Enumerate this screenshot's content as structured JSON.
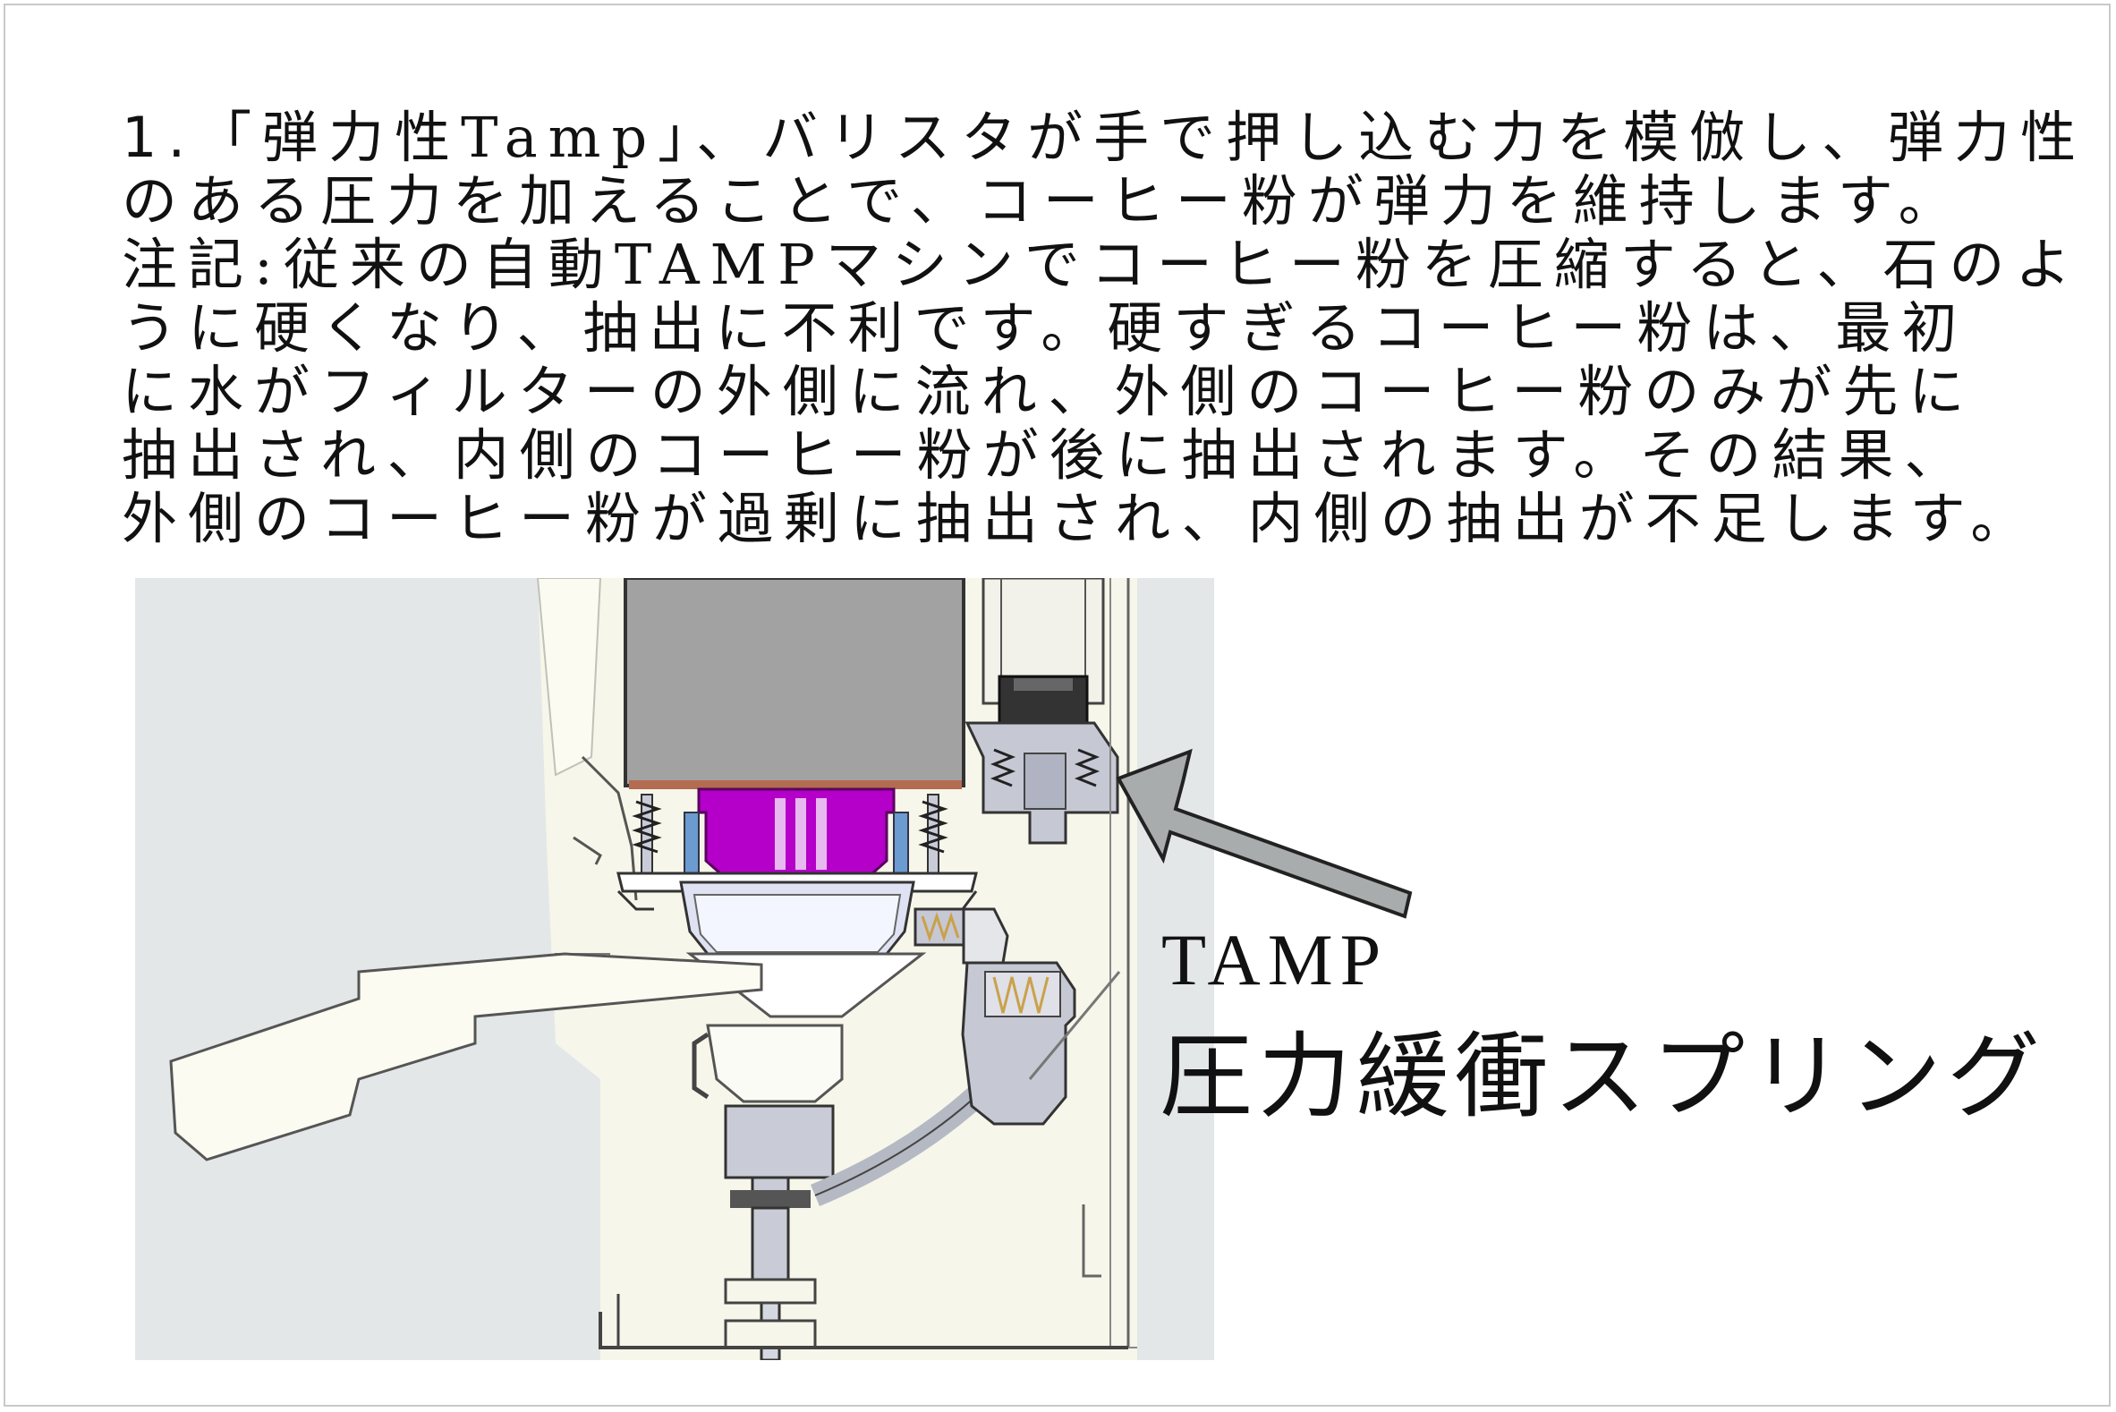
{
  "paragraph": {
    "number": "1.",
    "lines": [
      "「弾力性Tamp」、バリスタが手で押し込む力を模倣し、弾力性",
      "のある圧力を加えることで、コーヒー粉が弾力を維持します。",
      "注記:従来の自動TAMPマシンでコーヒー粉を圧縮すると、石のよ",
      "うに硬くなり、抽出に不利です。硬すぎるコーヒー粉は、最初",
      "に水がフィルターの外側に流れ、外側のコーヒー粉のみが先に",
      "抽出され、内側のコーヒー粉が後に抽出されます。その結果、",
      "外側のコーヒー粉が過剰に抽出され、内側の抽出が不足します。"
    ]
  },
  "callout": {
    "line1": "TAMP",
    "line2": "圧力緩衝スプリング"
  },
  "colors": {
    "tamp_head": "#b400c8",
    "background_panel": "#e4e7e8",
    "arrow_fill": "#a9acac"
  }
}
